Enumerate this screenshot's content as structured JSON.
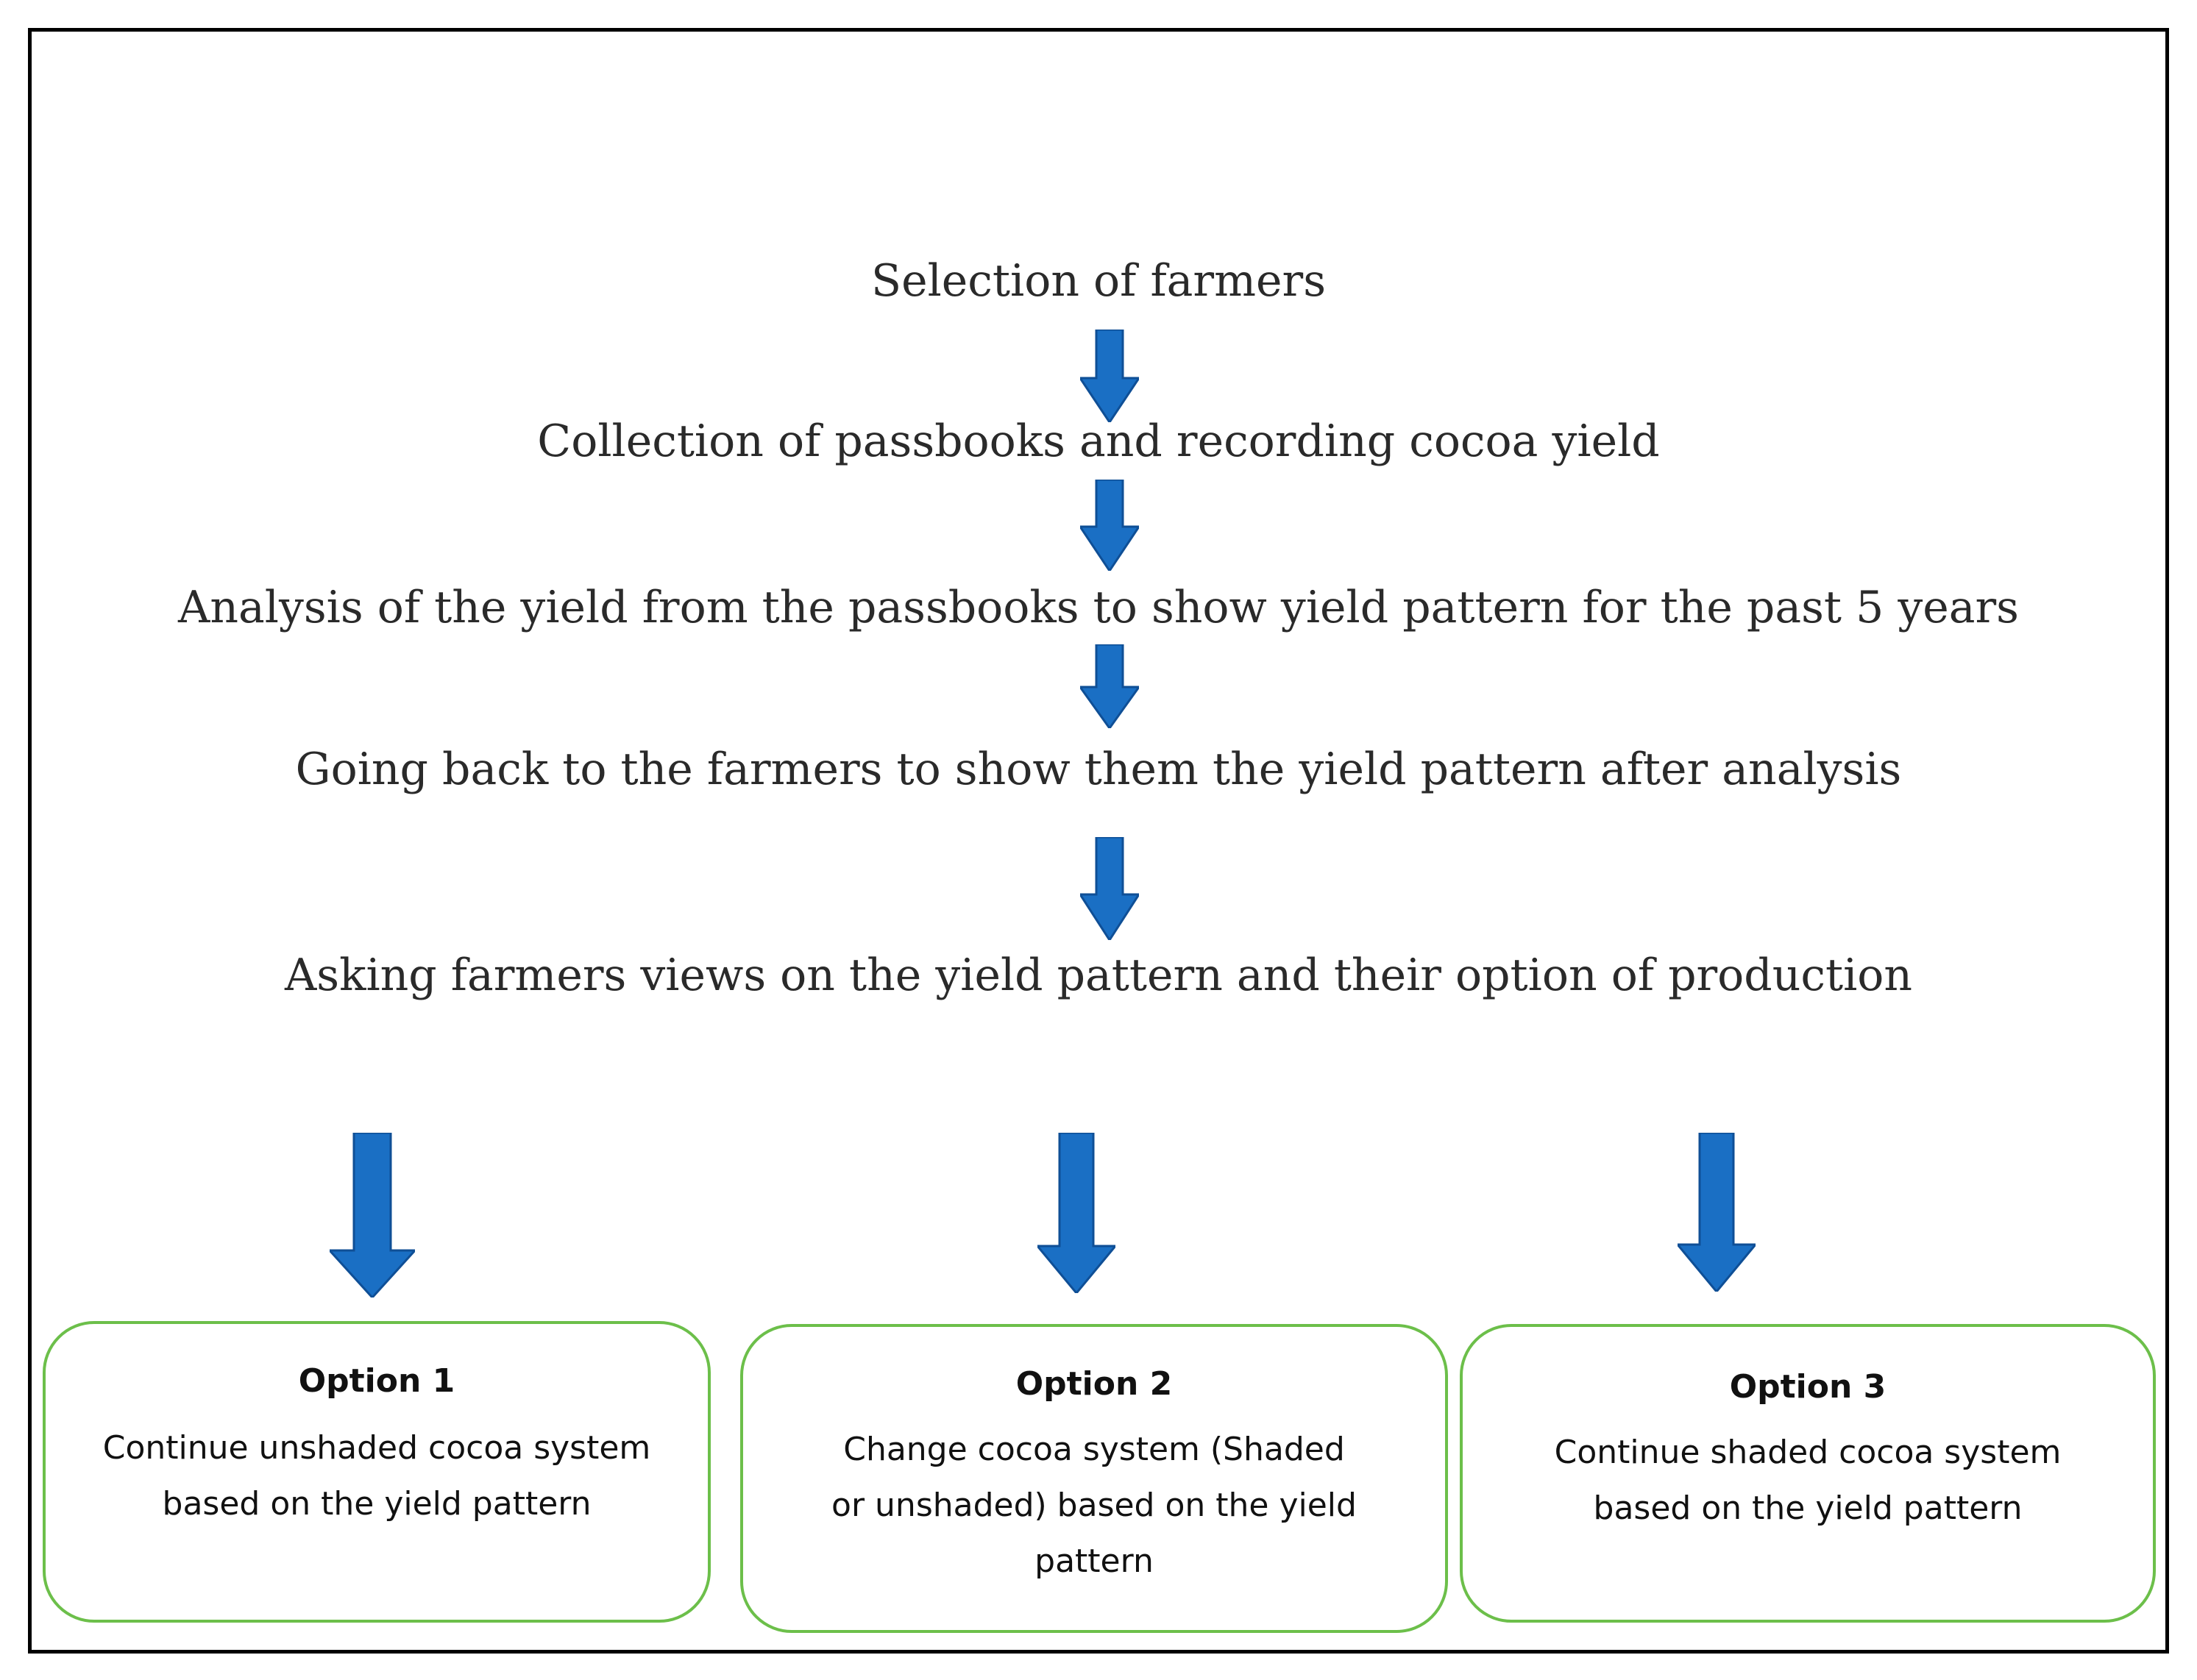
{
  "colors": {
    "arrow": "#1a6fc4",
    "arrow_edge": "#0f4f96",
    "option_border": "#6cbf4a",
    "frame": "#000000",
    "text": "#2a2a2a"
  },
  "steps": [
    "Selection of farmers",
    "Collection of passbooks and recording cocoa yield",
    "Analysis of the yield from the passbooks to show yield pattern for the past 5 years",
    "Going back to the farmers to show them the yield pattern after analysis",
    "Asking farmers views on the yield pattern and their option of production"
  ],
  "options": [
    {
      "title": "Option 1",
      "lines": [
        "Continue unshaded cocoa system",
        "based on the yield pattern"
      ]
    },
    {
      "title": "Option 2",
      "lines": [
        "Change cocoa system (Shaded",
        "or unshaded) based on the yield",
        "pattern"
      ]
    },
    {
      "title": "Option 3",
      "lines": [
        "Continue shaded cocoa system",
        "based on the yield pattern"
      ]
    }
  ]
}
